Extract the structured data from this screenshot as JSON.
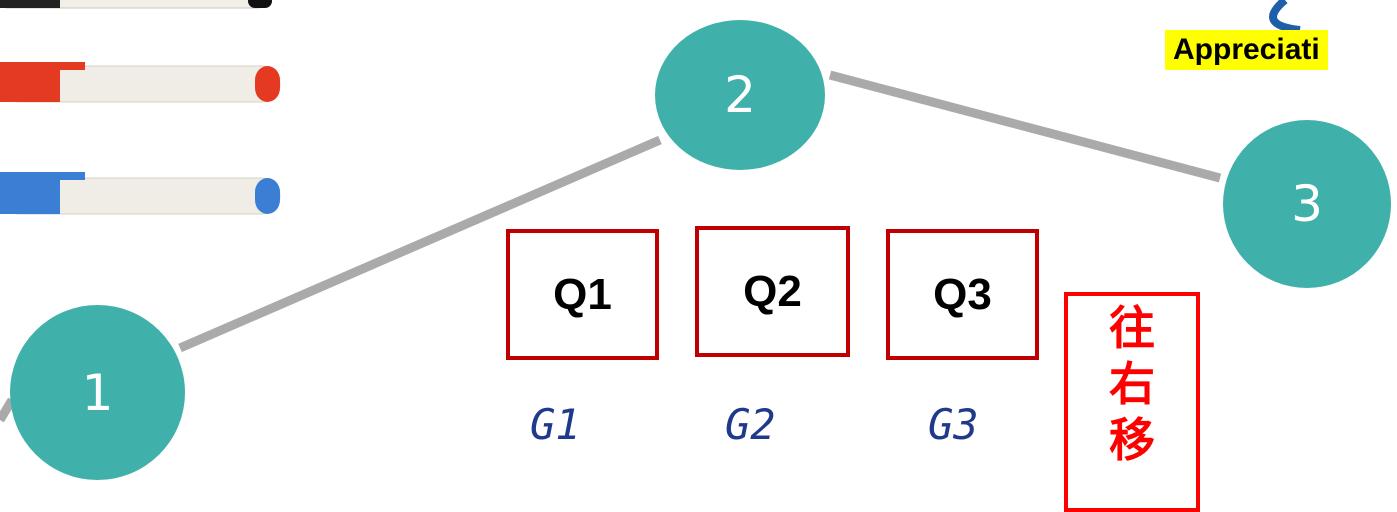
{
  "nodes": {
    "n1": "1",
    "n2": "2",
    "n3": "3"
  },
  "questions": [
    "Q1",
    "Q2",
    "Q3"
  ],
  "groups": {
    "row1": [
      "G1",
      "G2",
      "G3"
    ]
  },
  "vertical_label": [
    "往",
    "右",
    "移"
  ],
  "banner": "Appreciati",
  "colors": {
    "node": "#3fb1aa",
    "connector": "#aaaaaa",
    "question_border": "#c00000",
    "group_text": "#1f3a8a",
    "vertical_label": "#ff0000",
    "banner_bg": "#ffff00",
    "pen_red": "#e53a22",
    "pen_blue": "#3b7fd4"
  }
}
